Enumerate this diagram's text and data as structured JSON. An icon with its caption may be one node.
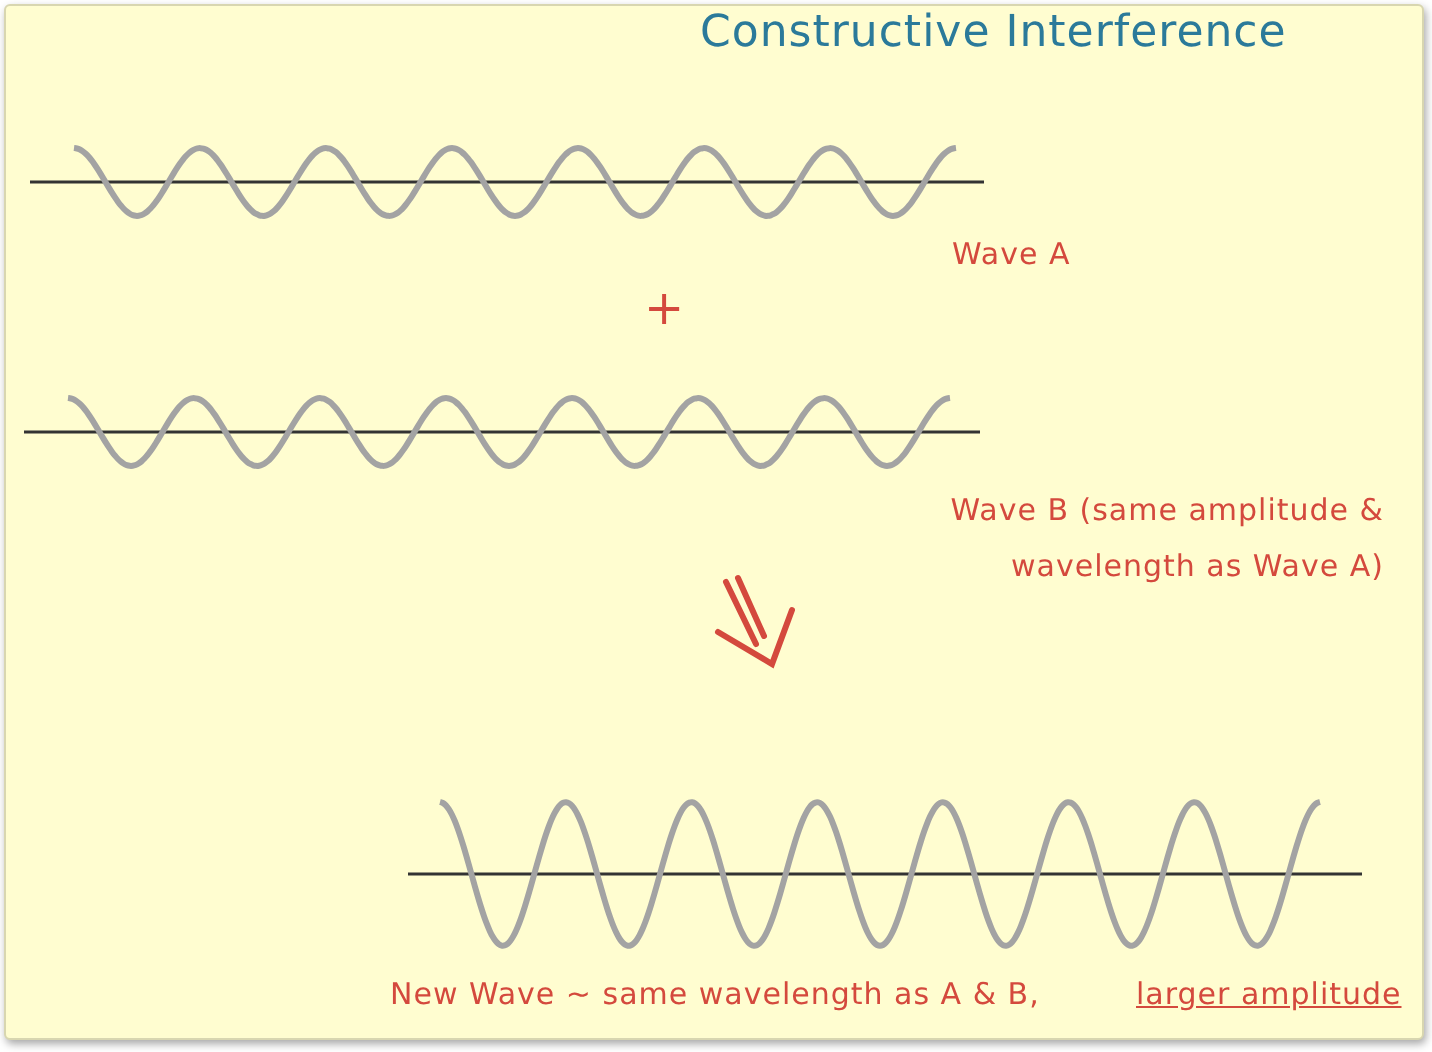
{
  "diagram": {
    "title": "Constructive Interference",
    "labels": [
      "Wave A",
      "+",
      "Wave B (same amplitude & wavelength as Wave A)",
      "New Wave ~ same wavelength as A & B,",
      "larger amplitude"
    ]
  }
}
